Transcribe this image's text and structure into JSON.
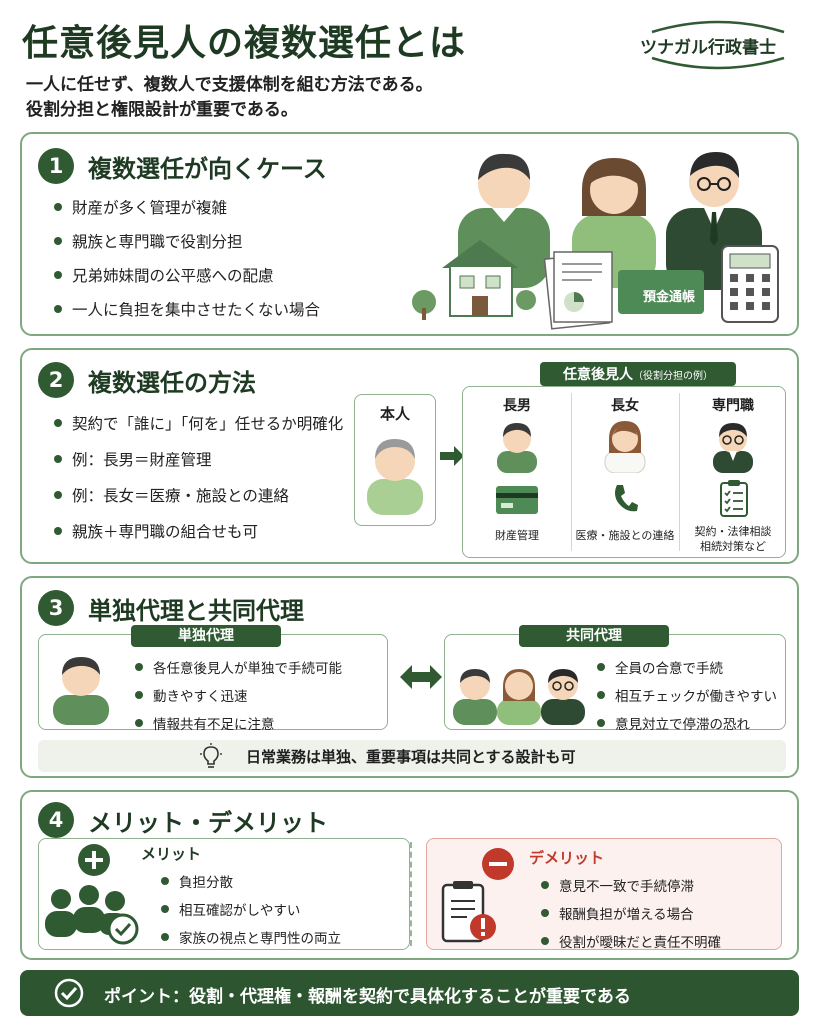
{
  "header": {
    "title": "任意後見人の複数選任とは",
    "brand": "ツナガル行政書士",
    "subtitle_lines": [
      "一人に任せず、複数人で支援体制を組む方法である。",
      "役割分担と権限設計が重要である。"
    ]
  },
  "s1": {
    "number": "1",
    "title": "複数選任が向くケース",
    "items": [
      "財産が多く管理が複雑",
      "親族と専門職で役割分担",
      "兄弟姉妹間の公平感への配慮",
      "一人に負担を集中させたくない場合"
    ],
    "bankbook_label": "預金通帳"
  },
  "s2": {
    "number": "2",
    "title": "複数選任の方法",
    "items": [
      "契約で「誰に」「何を」任せるか明確化",
      "例：長男＝財産管理",
      "例：長女＝医療・施設との連絡",
      "親族＋専門職の組合せも可"
    ],
    "principal_label": "本人",
    "guardian_heading": "任意後見人",
    "guardian_heading_note": "（役割分担の例）",
    "roles": [
      {
        "name": "長男",
        "desc": "財産管理"
      },
      {
        "name": "長女",
        "desc": "医療・施設との連絡"
      },
      {
        "name": "専門職",
        "desc": "契約・法律相談",
        "desc2": "相続対策など"
      }
    ]
  },
  "s3": {
    "number": "3",
    "title": "単独代理と共同代理",
    "single": {
      "label": "単独代理",
      "items": [
        "各任意後見人が単独で手続可能",
        "動きやすく迅速",
        "情報共有不足に注意"
      ]
    },
    "joint": {
      "label": "共同代理",
      "items": [
        "全員の合意で手続",
        "相互チェックが働きやすい",
        "意見対立で停滞の恐れ"
      ]
    },
    "tip": "日常業務は単独、重要事項は共同とする設計も可"
  },
  "s4": {
    "number": "4",
    "title": "メリット・デメリット",
    "merit": {
      "label": "メリット",
      "items": [
        "負担分散",
        "相互確認がしやすい",
        "家族の視点と専門性の両立"
      ]
    },
    "demerit": {
      "label": "デメリット",
      "items": [
        "意見不一致で手続停滞",
        "報酬負担が増える場合",
        "役割が曖昧だと責任不明確"
      ]
    }
  },
  "footer": {
    "point": "ポイント：役割・代理権・報酬を契約で具体化することが重要である"
  },
  "colors": {
    "dark_green": "#2f5a32",
    "light_green": "#7fa780",
    "red": "#c0392b",
    "pink_bg": "#fdf1ef"
  }
}
